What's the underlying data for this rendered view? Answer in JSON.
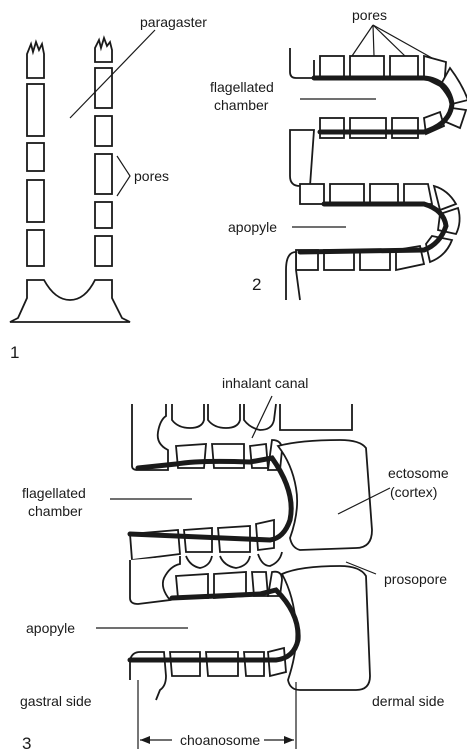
{
  "figure1": {
    "number": "1",
    "labels": {
      "paragaster": "paragaster",
      "pores": "pores"
    }
  },
  "figure2": {
    "number": "2",
    "labels": {
      "pores": "pores",
      "flagellated_chamber_line1": "flagellated",
      "flagellated_chamber_line2": "chamber",
      "apopyle": "apopyle"
    }
  },
  "figure3": {
    "number": "3",
    "labels": {
      "inhalant_canal": "inhalant canal",
      "ectosome_line1": "ectosome",
      "ectosome_line2": "(cortex)",
      "flagellated_chamber_line1": "flagellated",
      "flagellated_chamber_line2": "chamber",
      "prosopore": "prosopore",
      "apopyle": "apopyle",
      "gastral_side": "gastral side",
      "dermal_side": "dermal side",
      "choanosome": "choanosome"
    }
  }
}
